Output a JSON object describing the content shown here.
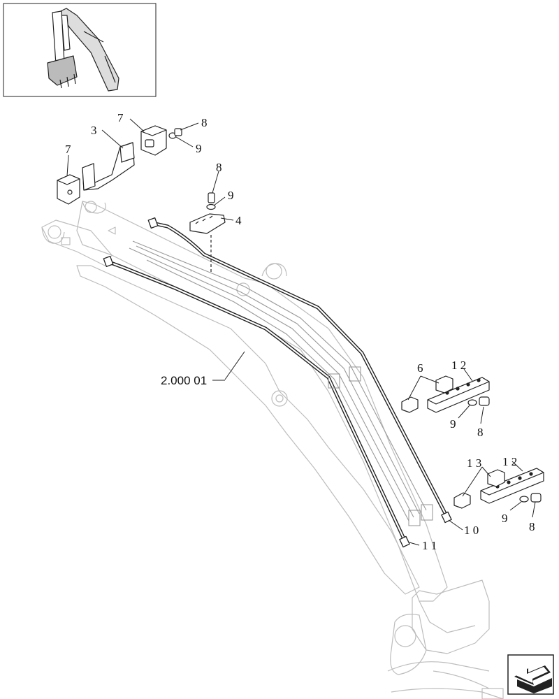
{
  "drawing": {
    "callouts": [
      {
        "id": "c7a",
        "label": "7"
      },
      {
        "id": "c8a",
        "label": "8"
      },
      {
        "id": "c3",
        "label": "3"
      },
      {
        "id": "c9a",
        "label": "9"
      },
      {
        "id": "c7b",
        "label": "7"
      },
      {
        "id": "c8b",
        "label": "8"
      },
      {
        "id": "c9b",
        "label": "9"
      },
      {
        "id": "c4",
        "label": "4"
      },
      {
        "id": "c6",
        "label": "6"
      },
      {
        "id": "c12a",
        "label": "1 2"
      },
      {
        "id": "c9c",
        "label": "9"
      },
      {
        "id": "c8c",
        "label": "8"
      },
      {
        "id": "c13",
        "label": "1 3"
      },
      {
        "id": "c12b",
        "label": "1 2"
      },
      {
        "id": "c9d",
        "label": "9"
      },
      {
        "id": "c8d",
        "label": "8"
      },
      {
        "id": "c10",
        "label": "1 0"
      },
      {
        "id": "c11",
        "label": "1 1"
      }
    ],
    "reference_code": "2.000 01",
    "nav_icon": "next-page-arrow-icon"
  }
}
